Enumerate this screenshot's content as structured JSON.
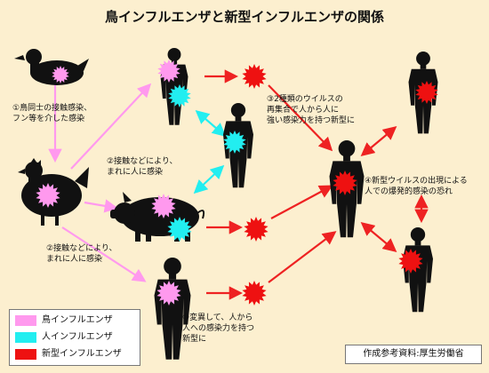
{
  "title": "鳥インフルエンザと新型インフルエンザの関係",
  "labels": {
    "step1": "①鳥同士の接触感染、\nフン等を介した感染",
    "step2a": "②接触などにより、\nまれに人に感染",
    "step2b": "②接触などにより、\nまれに人に感染",
    "step3a": "③2種類のウイルスの\n再集合で人から人に\n強い感染力を持つ新型に",
    "step3b": "③変異して、人から\n人への感染力を持つ\n新型に",
    "step4": "④新型ウイルスの出現による\n人での爆発的感染の恐れ"
  },
  "legend": [
    {
      "label": "鳥インフルエンザ",
      "color": "#ff99ee"
    },
    {
      "label": "人インフルエンザ",
      "color": "#22eef0"
    },
    {
      "label": "新型インフルエンザ",
      "color": "#ee1111"
    }
  ],
  "source": "作成参考資料:厚生労働省",
  "colors": {
    "background": "#fcefcf",
    "silhouette": "#111111",
    "bird_virus": "#ff99ee",
    "human_virus": "#22eef0",
    "new_virus": "#ee1111",
    "arrow_pink": "#ff99ee",
    "arrow_cyan": "#22eef0",
    "arrow_red": "#ee2222"
  }
}
